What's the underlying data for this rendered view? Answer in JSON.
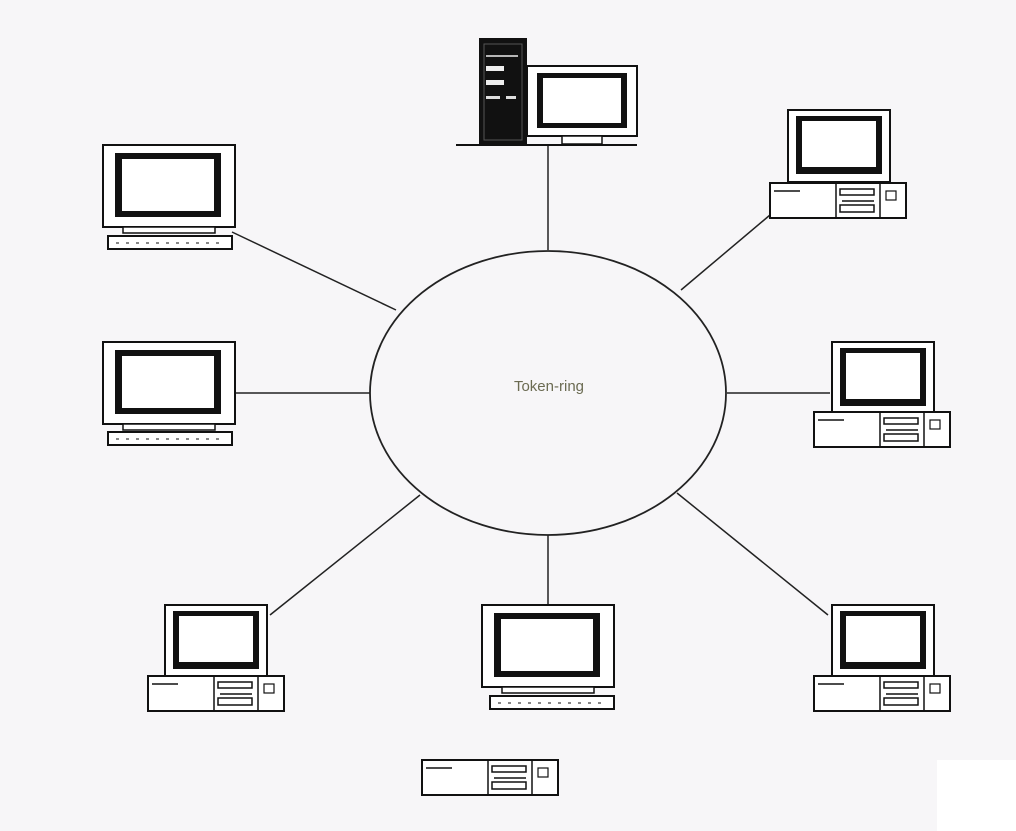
{
  "diagram": {
    "ring_label": "Token-ring",
    "colors": {
      "background": "#f7f6f8",
      "line": "#222222",
      "device_fill": "#ffffff",
      "screen_dark": "#111111",
      "label": "#6b6b52"
    },
    "nodes": [
      {
        "id": "server",
        "icon": "server-tower-with-monitor-icon"
      },
      {
        "id": "top-right",
        "icon": "desktop-pc-icon"
      },
      {
        "id": "right",
        "icon": "desktop-pc-icon"
      },
      {
        "id": "bottom-right",
        "icon": "desktop-pc-icon"
      },
      {
        "id": "bottom",
        "icon": "monitor-with-keyboard-icon"
      },
      {
        "id": "bottom-left",
        "icon": "desktop-pc-icon"
      },
      {
        "id": "left",
        "icon": "monitor-with-keyboard-icon"
      },
      {
        "id": "top-left",
        "icon": "monitor-with-keyboard-icon"
      },
      {
        "id": "loose-unit",
        "icon": "system-unit-icon"
      }
    ]
  }
}
